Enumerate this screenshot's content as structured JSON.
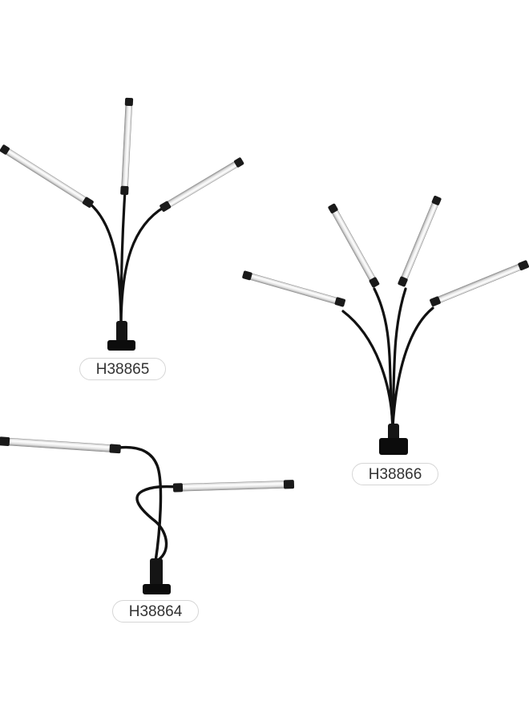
{
  "products": [
    {
      "model": "H38865",
      "arms": 3
    },
    {
      "model": "H38866",
      "arms": 4
    },
    {
      "model": "H38864",
      "arms": 2
    }
  ],
  "colors": {
    "background": "#ffffff",
    "lamp_body": "#111111",
    "tube_light": "#f4f4f4",
    "label_border": "#d6d6d6",
    "label_text": "#333333"
  }
}
